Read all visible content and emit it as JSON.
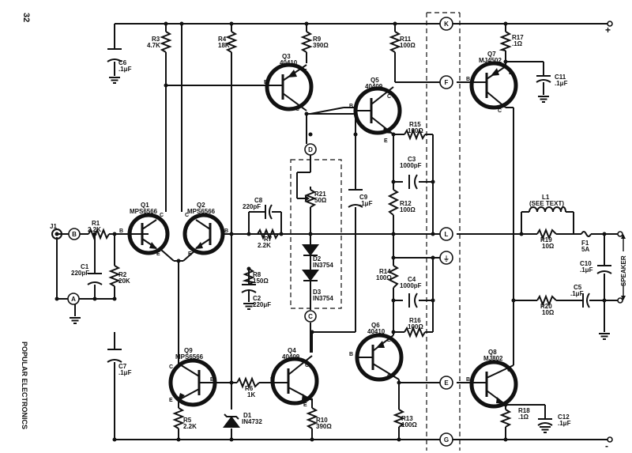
{
  "page": {
    "number": "32",
    "magazine": "POPULAR ELECTRONICS"
  },
  "rails": {
    "plus": "+",
    "minus": "-"
  },
  "terminals": {
    "K": "K",
    "F": "F",
    "D": "D",
    "L": "L",
    "C": "C",
    "E": "E",
    "G": "G",
    "B": "B",
    "A": "A",
    "ground": "⏚"
  },
  "connector": {
    "J1": "J1"
  },
  "speaker": "SPEAKER",
  "transistors": {
    "Q1": {
      "ref": "Q1",
      "type": "MPS6566"
    },
    "Q2": {
      "ref": "Q2",
      "type": "MPS6566"
    },
    "Q3": {
      "ref": "Q3",
      "type": "40410"
    },
    "Q4": {
      "ref": "Q4",
      "type": "40409"
    },
    "Q5": {
      "ref": "Q5",
      "type": "40409"
    },
    "Q6": {
      "ref": "Q6",
      "type": "40410"
    },
    "Q7": {
      "ref": "Q7",
      "type": "MJ4502"
    },
    "Q8": {
      "ref": "Q8",
      "type": "MJ802"
    },
    "Q9": {
      "ref": "Q9",
      "type": "MPS6566"
    }
  },
  "pins": {
    "b": "B",
    "c": "C",
    "e": "E"
  },
  "resistors": {
    "R1": {
      "ref": "R1",
      "value": "2.2K"
    },
    "R2": {
      "ref": "R2",
      "value": "20K"
    },
    "R3": {
      "ref": "R3",
      "value": "4.7K"
    },
    "R4": {
      "ref": "R4",
      "value": "18K"
    },
    "R5": {
      "ref": "R5",
      "value": "2.2K"
    },
    "R6": {
      "ref": "R6",
      "value": "1K"
    },
    "R7": {
      "ref": "R7",
      "value": "2.2K"
    },
    "R8": {
      "ref": "R8",
      "value": "150Ω"
    },
    "R9": {
      "ref": "R9",
      "value": "390Ω"
    },
    "R10": {
      "ref": "R10",
      "value": "390Ω"
    },
    "R11": {
      "ref": "R11",
      "value": "100Ω"
    },
    "R12": {
      "ref": "R12",
      "value": "100Ω"
    },
    "R13": {
      "ref": "R13",
      "value": "100Ω"
    },
    "R14": {
      "ref": "R14",
      "value": "100Ω"
    },
    "R15": {
      "ref": "R15",
      "value": "100Ω"
    },
    "R16": {
      "ref": "R16",
      "value": "100Ω"
    },
    "R17": {
      "ref": "R17",
      "value": ".1Ω"
    },
    "R18": {
      "ref": "R18",
      "value": ".1Ω"
    },
    "R19": {
      "ref": "R19",
      "value": "10Ω"
    },
    "R20": {
      "ref": "R20",
      "value": "10Ω"
    },
    "R21": {
      "ref": "R21",
      "value": "50Ω"
    }
  },
  "capacitors": {
    "C1": {
      "ref": "C1",
      "value": "220pF"
    },
    "C2": {
      "ref": "C2",
      "value": "220μF"
    },
    "C3": {
      "ref": "C3",
      "value": "1000pF"
    },
    "C4": {
      "ref": "C4",
      "value": "1000pF"
    },
    "C5": {
      "ref": "C5",
      "value": ".1μF"
    },
    "C6": {
      "ref": "C6",
      "value": ".1μF"
    },
    "C7": {
      "ref": "C7",
      "value": ".1μF"
    },
    "C8": {
      "ref": "C8",
      "value": "220pF"
    },
    "C9": {
      "ref": "C9",
      "value": ".1μF"
    },
    "C10": {
      "ref": "C10",
      "value": ".1μF"
    },
    "C11": {
      "ref": "C11",
      "value": ".1μF"
    },
    "C12": {
      "ref": "C12",
      "value": ".1μF"
    }
  },
  "diodes": {
    "D1": {
      "ref": "D1",
      "value": "IN4732"
    },
    "D2": {
      "ref": "D2",
      "value": "IN3754"
    },
    "D3": {
      "ref": "D3",
      "value": "IN3754"
    }
  },
  "inductor": {
    "ref": "L1",
    "note": "(SEE TEXT)"
  },
  "fuse": {
    "ref": "F1",
    "value": "5A"
  },
  "colors": {
    "ink": "#111111",
    "paper": "#ffffff"
  }
}
